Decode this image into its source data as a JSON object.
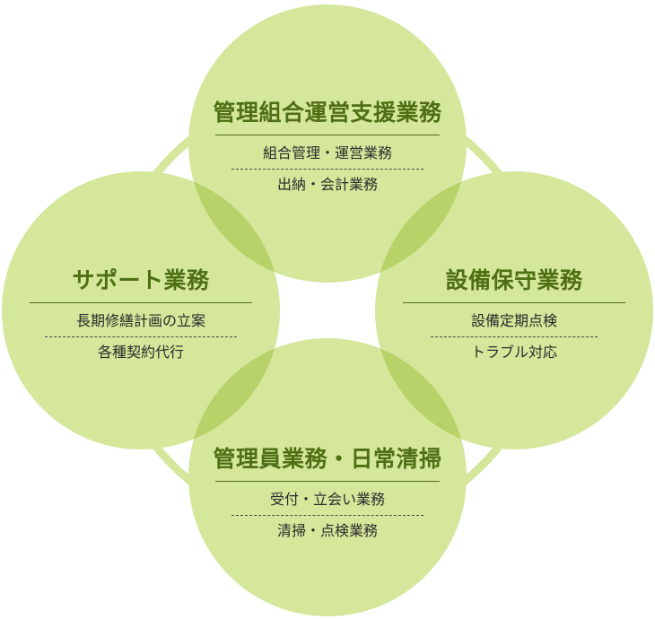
{
  "circles": {
    "top": {
      "title": "管理組合運営支援業務",
      "items": [
        "組合管理・運営業務",
        "出納・会計業務"
      ]
    },
    "left": {
      "title": "サポート業務",
      "items": [
        "長期修繕計画の立案",
        "各種契約代行"
      ]
    },
    "right": {
      "title": "設備保守業務",
      "items": [
        "設備定期点検",
        "トラブル対応"
      ]
    },
    "bottom": {
      "title": "管理員業務・日常清掃",
      "items": [
        "受付・立会い業務",
        "清掃・点検業務"
      ]
    }
  },
  "colors": {
    "circle_fill": "#d4e79b",
    "overlap_fill": "#b8d26a",
    "ring_stroke": "#d4e79b",
    "title_text": "#4f6f14"
  }
}
